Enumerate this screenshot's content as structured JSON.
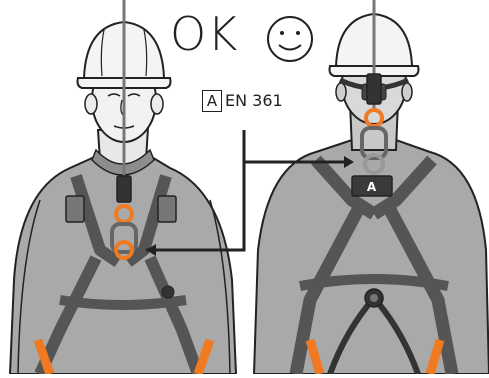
{
  "header": {
    "status_text": "OK",
    "status_icon": "smiley-face-icon"
  },
  "label": {
    "class_letter": "A",
    "standard": "EN 361"
  },
  "back_tag": {
    "text": "A"
  },
  "colors": {
    "accent_orange": "#f07a22",
    "outline": "#222222",
    "shirt_gray": "#a9a9a9",
    "harness_gray": "#555555",
    "helmet_white": "#f4f4f4"
  },
  "figures": [
    {
      "view": "front",
      "attachment": "sternal-ring"
    },
    {
      "view": "back",
      "attachment": "dorsal-ring"
    }
  ]
}
